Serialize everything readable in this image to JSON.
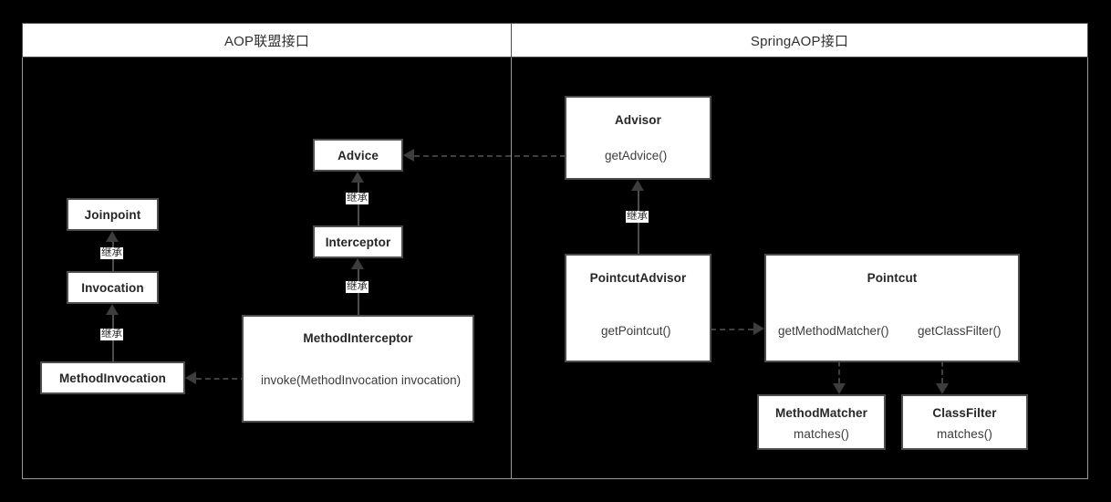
{
  "diagram": {
    "background": "#000000",
    "node_fill": "#ffffff",
    "node_border": "#4d4d4d",
    "line_color": "#3d3d3d",
    "panels": [
      {
        "title": "AOP联盟接口"
      },
      {
        "title": "SpringAOP接口"
      }
    ],
    "nodes": {
      "joinpoint": {
        "title": "Joinpoint"
      },
      "invocation": {
        "title": "Invocation"
      },
      "method_invocation": {
        "title": "MethodInvocation"
      },
      "advice": {
        "title": "Advice"
      },
      "interceptor": {
        "title": "Interceptor"
      },
      "method_interceptor": {
        "title": "MethodInterceptor",
        "members": [
          "invoke(MethodInvocation invocation)"
        ]
      },
      "advisor": {
        "title": "Advisor",
        "members": [
          "getAdvice()"
        ]
      },
      "pointcut_advisor": {
        "title": "PointcutAdvisor",
        "members": [
          "getPointcut()"
        ]
      },
      "pointcut": {
        "title": "Pointcut",
        "members": [
          "getMethodMatcher()",
          "getClassFilter()"
        ]
      },
      "method_matcher": {
        "title": "MethodMatcher",
        "members": [
          "matches()"
        ]
      },
      "class_filter": {
        "title": "ClassFilter",
        "members": [
          "matches()"
        ]
      }
    },
    "edges": {
      "inherit_label": "继承",
      "list": [
        {
          "from": "Invocation",
          "to": "Joinpoint",
          "label": "继承",
          "style": "solid"
        },
        {
          "from": "MethodInvocation",
          "to": "Invocation",
          "label": "继承",
          "style": "solid"
        },
        {
          "from": "Interceptor",
          "to": "Advice",
          "label": "继承",
          "style": "solid"
        },
        {
          "from": "MethodInterceptor",
          "to": "Interceptor",
          "label": "继承",
          "style": "solid"
        },
        {
          "from": "PointcutAdvisor",
          "to": "Advisor",
          "label": "继承",
          "style": "solid"
        },
        {
          "from": "Advisor",
          "to": "Advice",
          "label": "",
          "style": "dashed"
        },
        {
          "from": "MethodInterceptor",
          "to": "MethodInvocation",
          "label": "",
          "style": "dashed"
        },
        {
          "from": "PointcutAdvisor",
          "to": "Pointcut",
          "label": "",
          "style": "dashed"
        },
        {
          "from": "Pointcut",
          "to": "MethodMatcher",
          "label": "",
          "style": "dashed"
        },
        {
          "from": "Pointcut",
          "to": "ClassFilter",
          "label": "",
          "style": "dashed"
        }
      ]
    }
  }
}
